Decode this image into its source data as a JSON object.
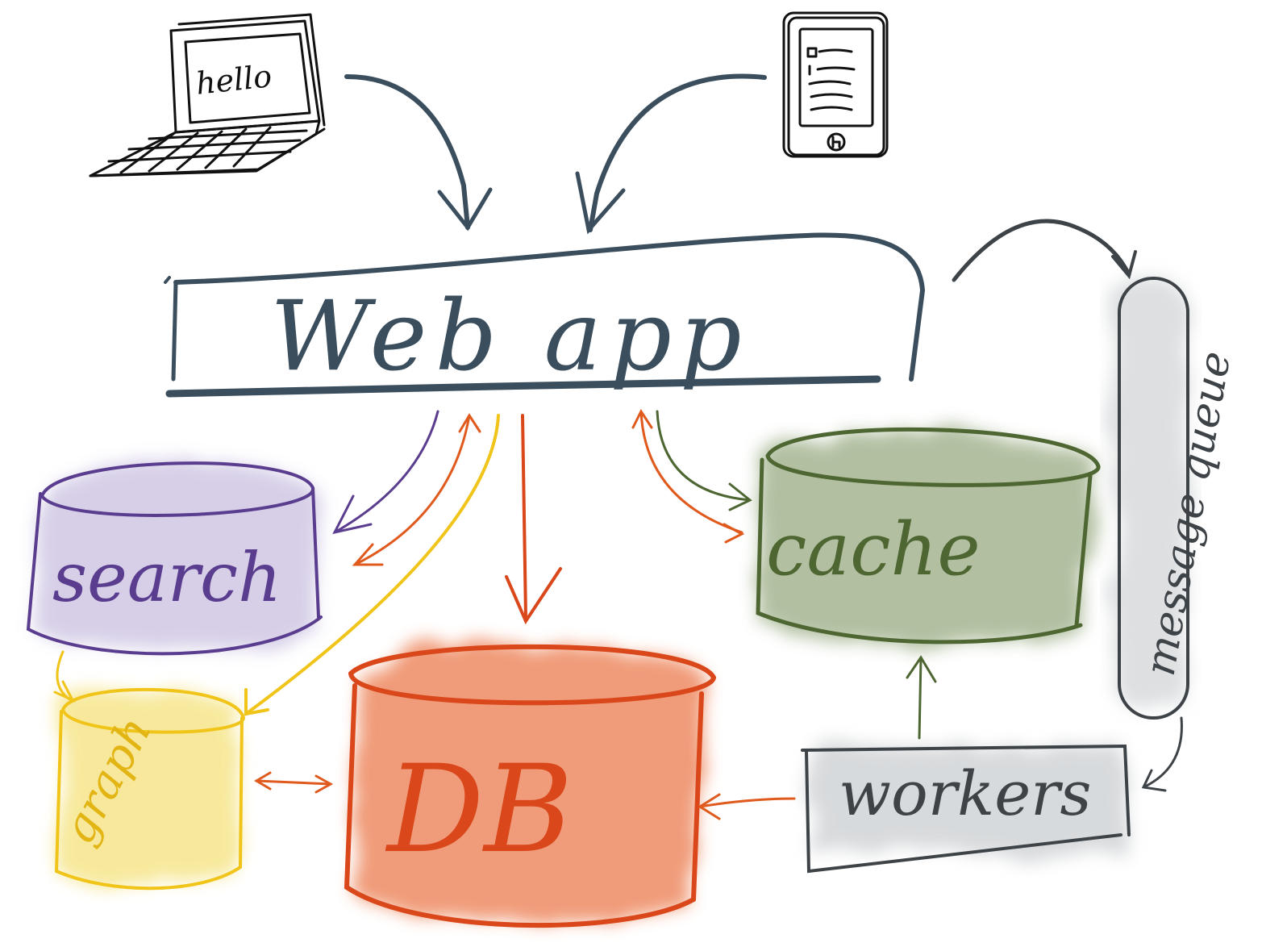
{
  "diagram": {
    "laptop": {
      "screen_text": "hello"
    },
    "webapp": {
      "label": "Web app"
    },
    "search": {
      "label": "search"
    },
    "cache": {
      "label": "cache"
    },
    "graph": {
      "label": "graph"
    },
    "db": {
      "label": "DB"
    },
    "queue": {
      "label": "message queue"
    },
    "workers": {
      "label": "workers"
    }
  },
  "colors": {
    "ink": "#111111",
    "slate": "#3a4e5e",
    "purple": "#5a3d8f",
    "purple_wash": "#c9bfe0",
    "green": "#4e6632",
    "green_wash": "#9fb08a",
    "yellow": "#f0c419",
    "yellow_wash": "#f6e58a",
    "red": "#d9471a",
    "red_wash": "#ee8a62",
    "orange": "#e05a1e",
    "gray": "#3e4348",
    "gray_wash": "#c7cbce"
  },
  "icons": [
    "laptop-icon",
    "ereader-icon",
    "arrow-icons"
  ]
}
